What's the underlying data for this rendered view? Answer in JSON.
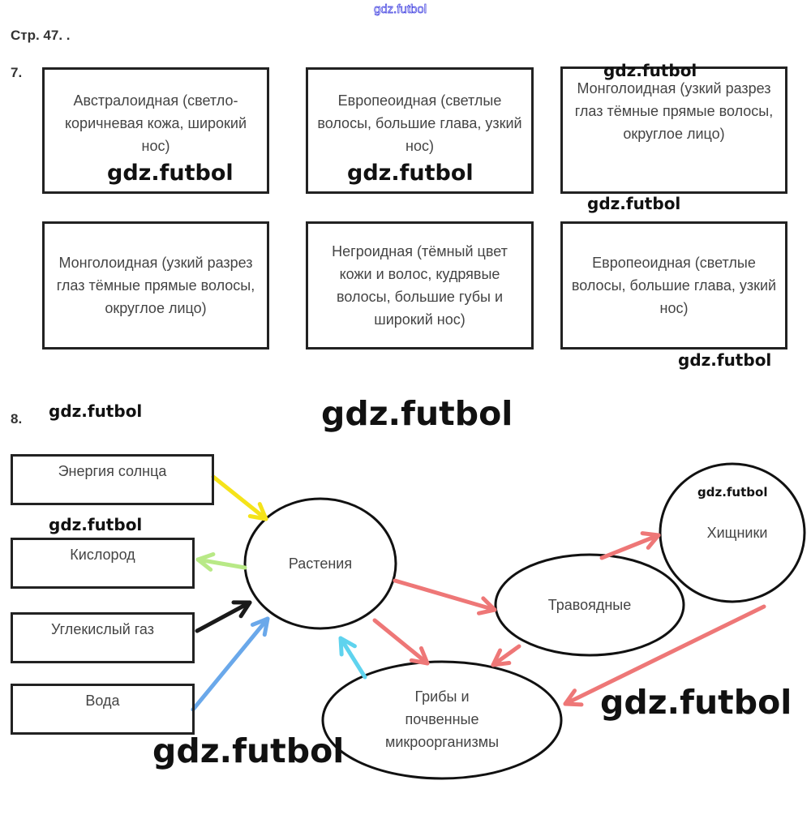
{
  "header": {
    "top_watermark": "gdz.futbol",
    "page_label": "Стр. 47. ."
  },
  "task7": {
    "number": "7.",
    "boxes": [
      "Австралоидная (светло-коричневая кожа, широкий нос)",
      "Европеоидная (светлые волосы, большие глава, узкий нос)",
      "Монголоидная (узкий разрез глаз тёмные прямые волосы, округлое лицо)",
      "Монголоидная (узкий разрез глаз тёмные прямые волосы, округлое лицо)",
      "Негроидная (тёмный цвет кожи и волос, кудрявые волосы, большие губы и широкий нос)",
      "Европеоидная (светлые волосы, большие глава, узкий нос)"
    ]
  },
  "task8": {
    "number": "8.",
    "factors": [
      "Энергия солнца",
      "Кислород",
      "Углекислый газ",
      "Вода"
    ],
    "nodes": {
      "plants": "Растения",
      "herbivores": "Травоядные",
      "predators": "Хищники",
      "fungi": [
        "Грибы и",
        "почвенные",
        "микроорганизмы"
      ]
    },
    "arrow_colors": {
      "sun": "#f5e31a",
      "oxygen": "#b8e986",
      "co2": "#1a1a1a",
      "water": "#6aa8ea",
      "fungi_to_plants": "#5fd3ee",
      "food": "#ee7777"
    }
  },
  "watermarks": [
    "gdz.futbol",
    "gdz.futbol",
    "gdz.futbol",
    "gdz.futbol",
    "gdz.futbol",
    "gdz.futbol",
    "gdz.futbol",
    "gdz.futbol",
    "gdz.futbol",
    "gdz.futbol",
    "gdz.futbol"
  ]
}
